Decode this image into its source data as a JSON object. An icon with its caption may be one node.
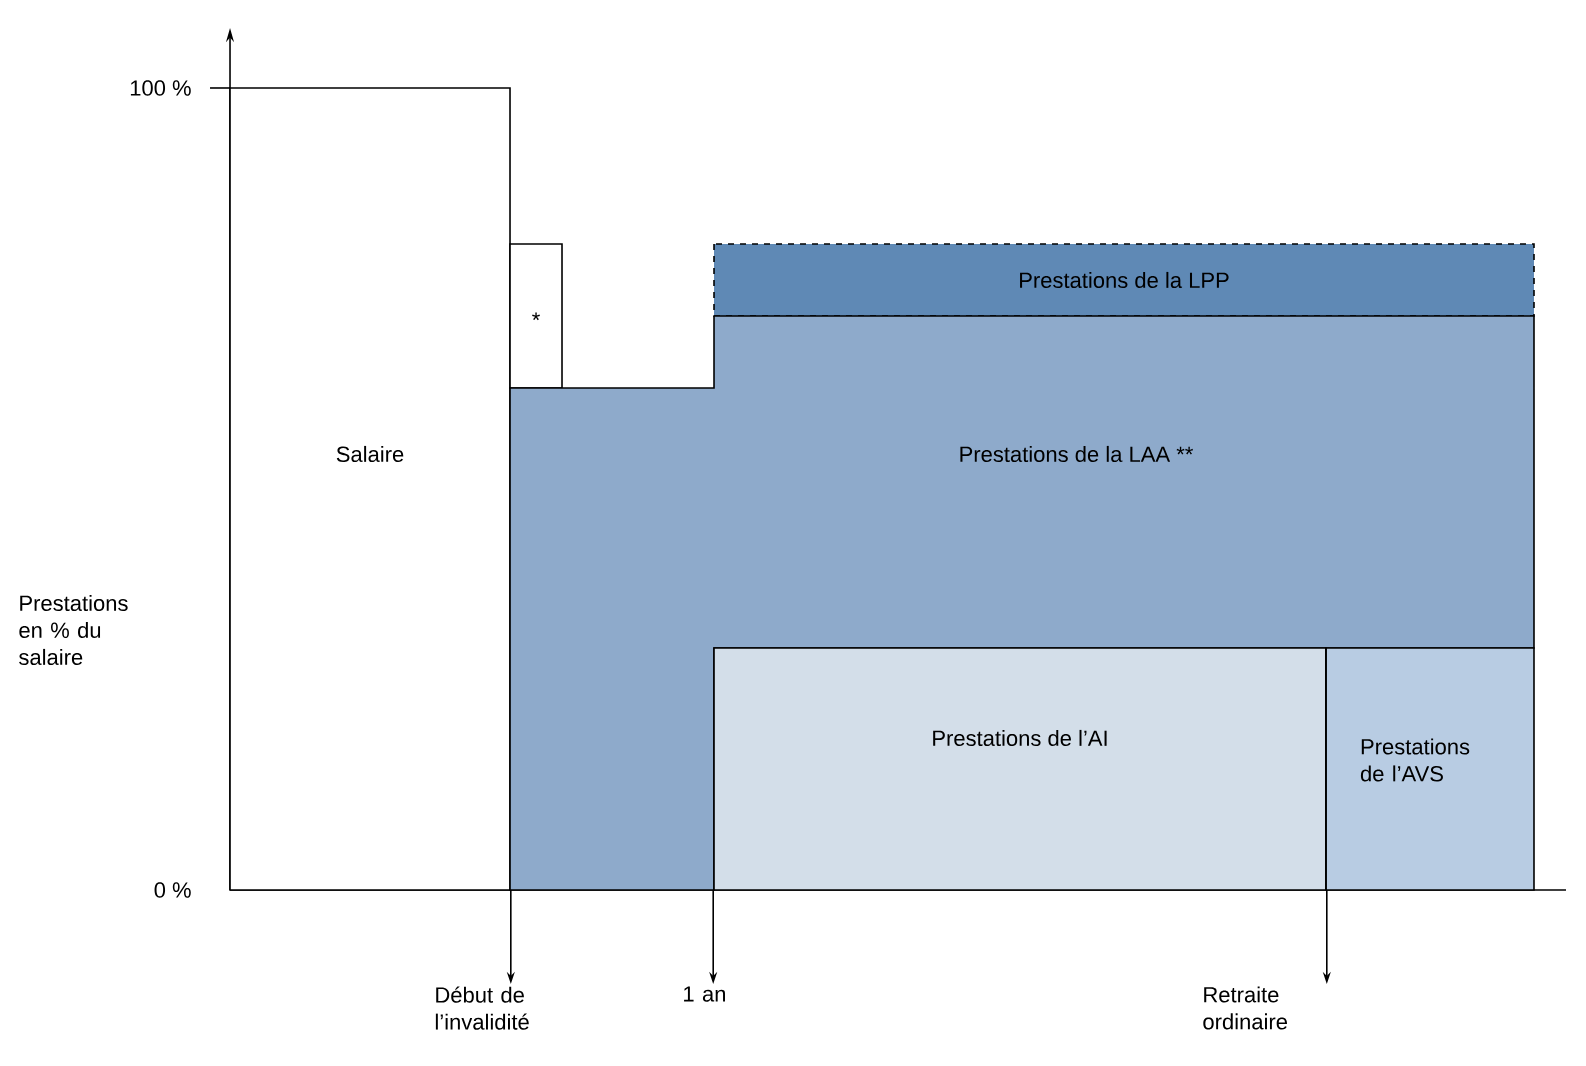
{
  "diagram": {
    "nodes": [
      {
        "text": [
          "Salaire"
        ]
      },
      {
        "text": [
          "*"
        ]
      },
      {
        "text": [
          "Prestations de la LPP"
        ]
      },
      {
        "text": [
          "Prestations de la LAA **"
        ]
      },
      {
        "text": [
          "Prestations de l’AI"
        ]
      },
      {
        "text": [
          "Prestations de l’AVS"
        ]
      },
      {
        "text": [
          "Début de l’invalidité"
        ]
      },
      {
        "text": [
          "1 an"
        ]
      },
      {
        "text": [
          "Retraite ordinaire"
        ]
      }
    ],
    "edges": [
      {
        "from": 3,
        "to": 6,
        "arrow": "to"
      },
      {
        "from": 3,
        "to": 7,
        "arrow": "to"
      },
      {
        "from": 5,
        "to": 8,
        "arrow": "to"
      }
    ],
    "labels": [
      "100 %",
      "Prestations en % du salaire",
      "0 %"
    ]
  }
}
